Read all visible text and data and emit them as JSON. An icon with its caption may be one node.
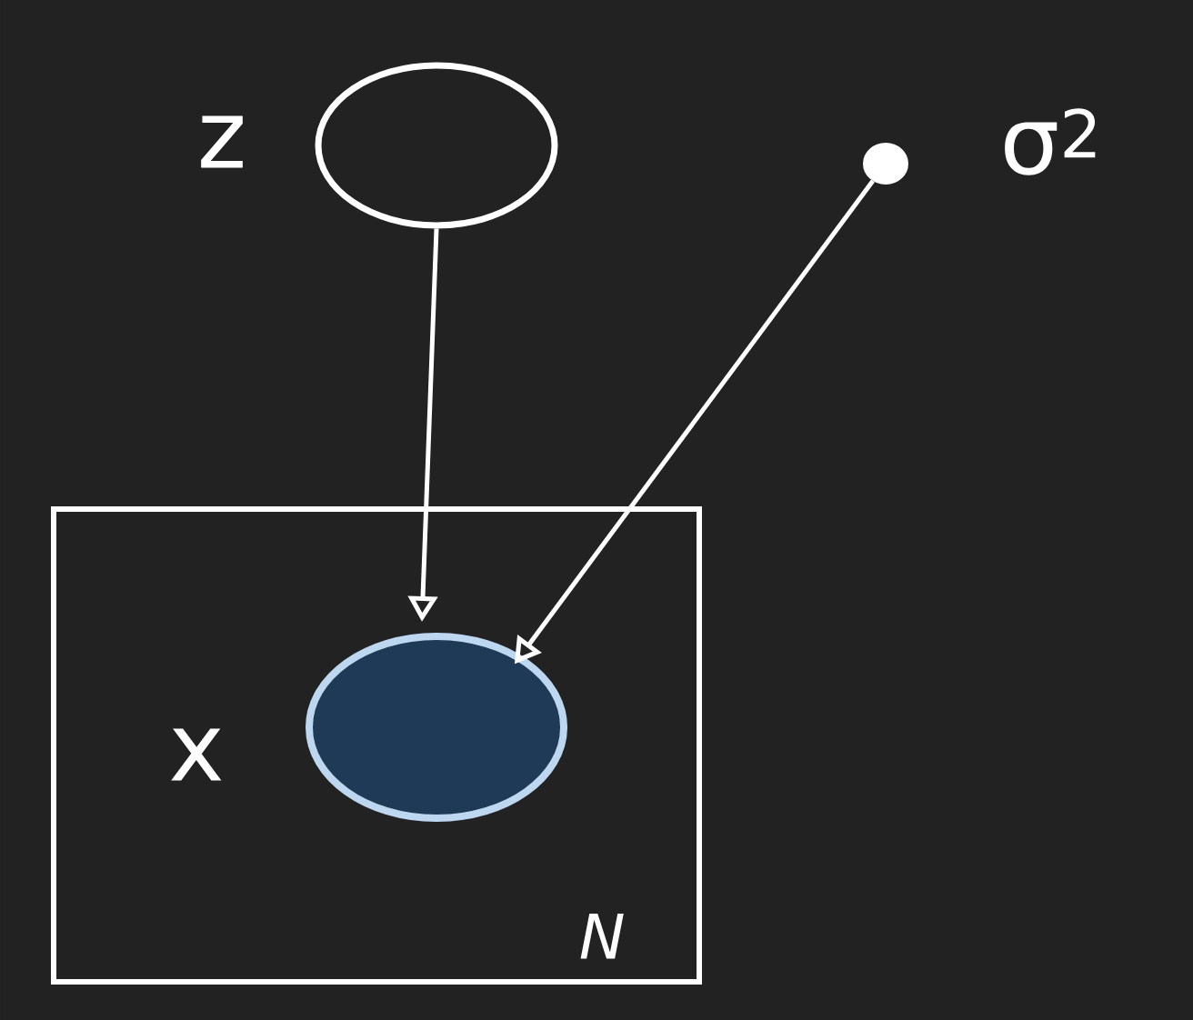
{
  "diagram": {
    "nodes": [
      {
        "text": [
          "N"
        ]
      },
      {
        "text": [],
        "shape": "circle",
        "beside": [
          "z"
        ]
      },
      {
        "text": [],
        "shape": "circle",
        "beside": [
          "σ$^{2}$"
        ]
      },
      {
        "text": [],
        "shape": "circle",
        "beside": [
          "x"
        ],
        "in": 0
      }
    ],
    "edges": [
      {
        "from": 1,
        "to": 3,
        "arrow": "to"
      },
      {
        "from": 2,
        "to": 3,
        "arrow": "to"
      }
    ]
  }
}
